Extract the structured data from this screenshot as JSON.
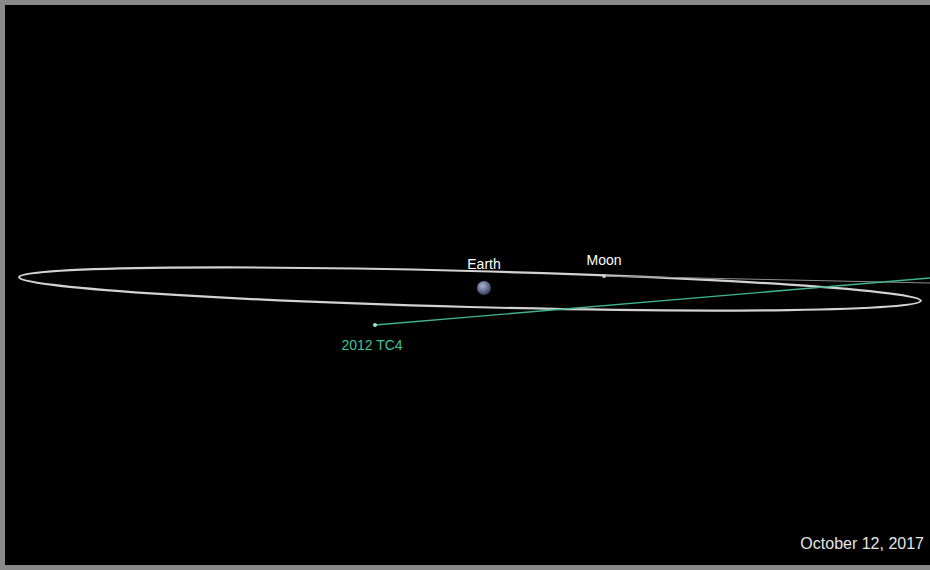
{
  "diagram": {
    "labels": [
      "Earth",
      "Moon",
      "2012 TC4",
      "October 12, 2017"
    ]
  }
}
